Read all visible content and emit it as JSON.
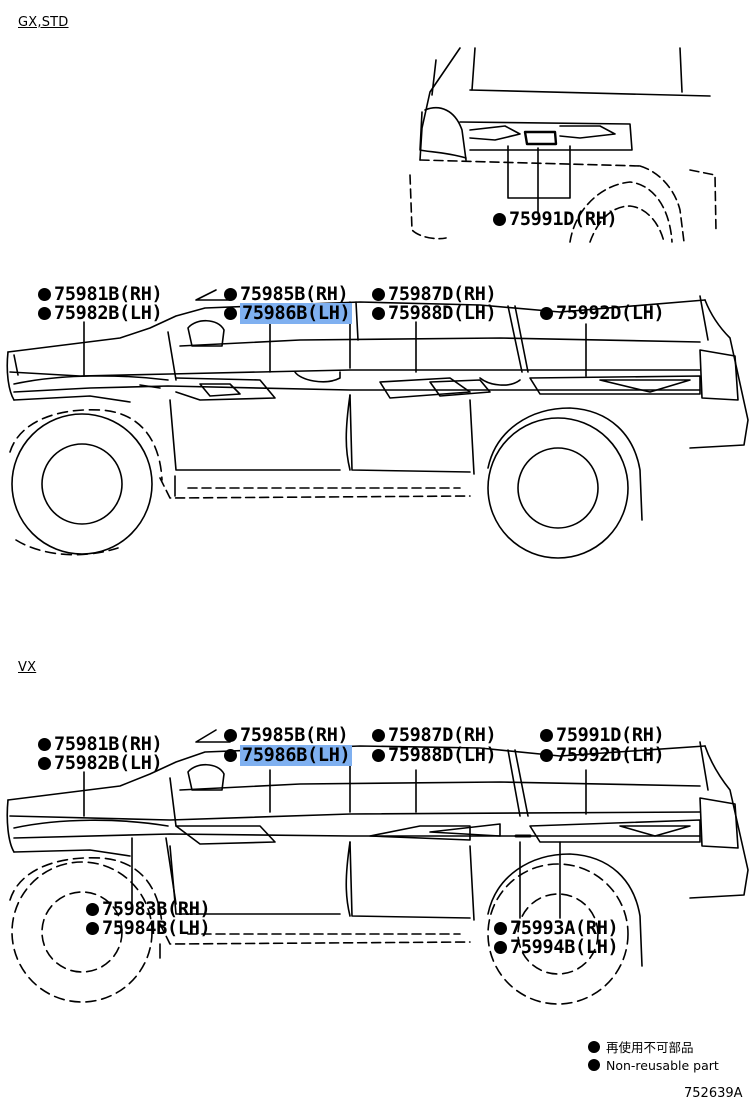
{
  "sections": {
    "top": {
      "variant_label": "GX,STD",
      "parts": {
        "p75991D_RH": "75991D(RH)",
        "p75981B_RH": "75981B(RH)",
        "p75982B_LH": "75982B(LH)",
        "p75985B_RH": "75985B(RH)",
        "p75986B_LH": "75986B(LH)",
        "p75987D_RH": "75987D(RH)",
        "p75988D_LH": "75988D(LH)",
        "p75992D_LH": "75992D(LH)"
      }
    },
    "bottom": {
      "variant_label": "VX",
      "parts": {
        "p75981B_RH": "75981B(RH)",
        "p75982B_LH": "75982B(LH)",
        "p75985B_RH": "75985B(RH)",
        "p75986B_LH": "75986B(LH)",
        "p75987D_RH": "75987D(RH)",
        "p75988D_LH": "75988D(LH)",
        "p75991D_RH": "75991D(RH)",
        "p75992D_LH": "75992D(LH)",
        "p75983B_RH": "75983B(RH)",
        "p75984B_LH": "75984B(LH)",
        "p75993A_RH": "75993A(RH)",
        "p75994B_LH": "75994B(LH)"
      }
    }
  },
  "highlighted_part": "75986B(LH)",
  "legend": {
    "jp": "再使用不可部品",
    "en": "Non-reusable part"
  },
  "illustration_id": "752639A",
  "colors": {
    "highlight": "#7fb0f0",
    "line": "#000000",
    "background": "#ffffff"
  }
}
